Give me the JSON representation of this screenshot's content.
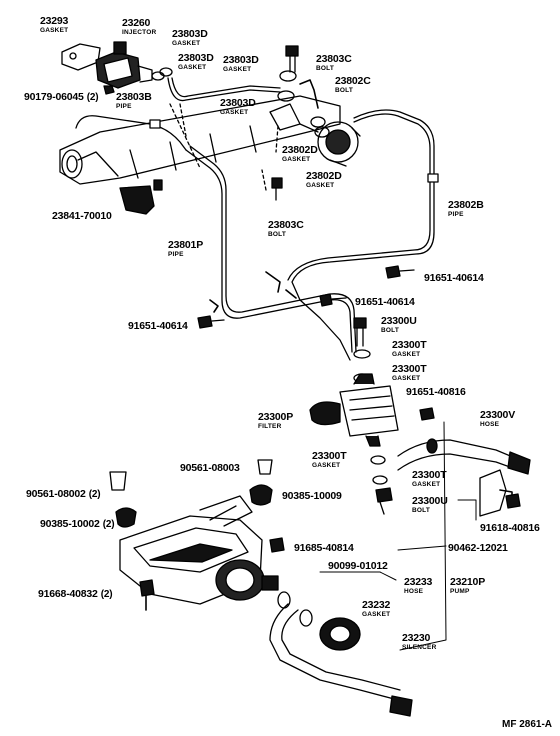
{
  "parts": {
    "p23293": {
      "num": "23293",
      "name": "GASKET"
    },
    "p23260": {
      "num": "23260",
      "name": "INJECTOR"
    },
    "p23803D_a": {
      "num": "23803D",
      "name": "GASKET"
    },
    "p23803D_b": {
      "num": "23803D",
      "name": "GASKET"
    },
    "p23803D_c": {
      "num": "23803D",
      "name": "GASKET"
    },
    "p23803D_d": {
      "num": "23803D",
      "name": "GASKET"
    },
    "p23803C_a": {
      "num": "23803C",
      "name": "BOLT"
    },
    "p23802C": {
      "num": "23802C",
      "name": "BOLT"
    },
    "p23803B": {
      "num": "23803B",
      "name": "PIPE"
    },
    "p23802D_a": {
      "num": "23802D",
      "name": "GASKET"
    },
    "p23802D_b": {
      "num": "23802D",
      "name": "GASKET"
    },
    "p23802B": {
      "num": "23802B",
      "name": "PIPE"
    },
    "p23803C_b": {
      "num": "23803C",
      "name": "BOLT"
    },
    "p23801P": {
      "num": "23801P",
      "name": "PIPE"
    },
    "p23300U_a": {
      "num": "23300U",
      "name": "BOLT"
    },
    "p23300T_a": {
      "num": "23300T",
      "name": "GASKET"
    },
    "p23300T_b": {
      "num": "23300T",
      "name": "GASKET"
    },
    "p23300P": {
      "num": "23300P",
      "name": "FILTER"
    },
    "p23300V": {
      "num": "23300V",
      "name": "HOSE"
    },
    "p23300T_c": {
      "num": "23300T",
      "name": "GASKET"
    },
    "p23300T_d": {
      "num": "23300T",
      "name": "GASKET"
    },
    "p23300U_b": {
      "num": "23300U",
      "name": "BOLT"
    },
    "p23233": {
      "num": "23233",
      "name": "HOSE"
    },
    "p23210P": {
      "num": "23210P",
      "name": "PUMP"
    },
    "p23232": {
      "num": "23232",
      "name": "GASKET"
    },
    "p23230": {
      "num": "23230",
      "name": "SILENCER"
    }
  },
  "codes": {
    "c90179": {
      "code": "90179-06045",
      "qty": "(2)"
    },
    "c23841": {
      "code": "23841-70010"
    },
    "c91651_a": {
      "code": "91651-40614"
    },
    "c91651_b": {
      "code": "91651-40614"
    },
    "c91651_c": {
      "code": "91651-40614"
    },
    "c91651_d": {
      "code": "91651-40816"
    },
    "c90561_a": {
      "code": "90561-08003"
    },
    "c90561_b": {
      "code": "90561-08002",
      "qty": "(2)"
    },
    "c90385_a": {
      "code": "90385-10009"
    },
    "c90385_b": {
      "code": "90385-10002",
      "qty": "(2)"
    },
    "c91618": {
      "code": "91618-40816"
    },
    "c91685": {
      "code": "91685-40814"
    },
    "c90462": {
      "code": "90462-12021"
    },
    "c90099": {
      "code": "90099-01012"
    },
    "c91668": {
      "code": "91668-40832",
      "qty": "(2)"
    }
  },
  "figure_ref": "MF 2861-A"
}
